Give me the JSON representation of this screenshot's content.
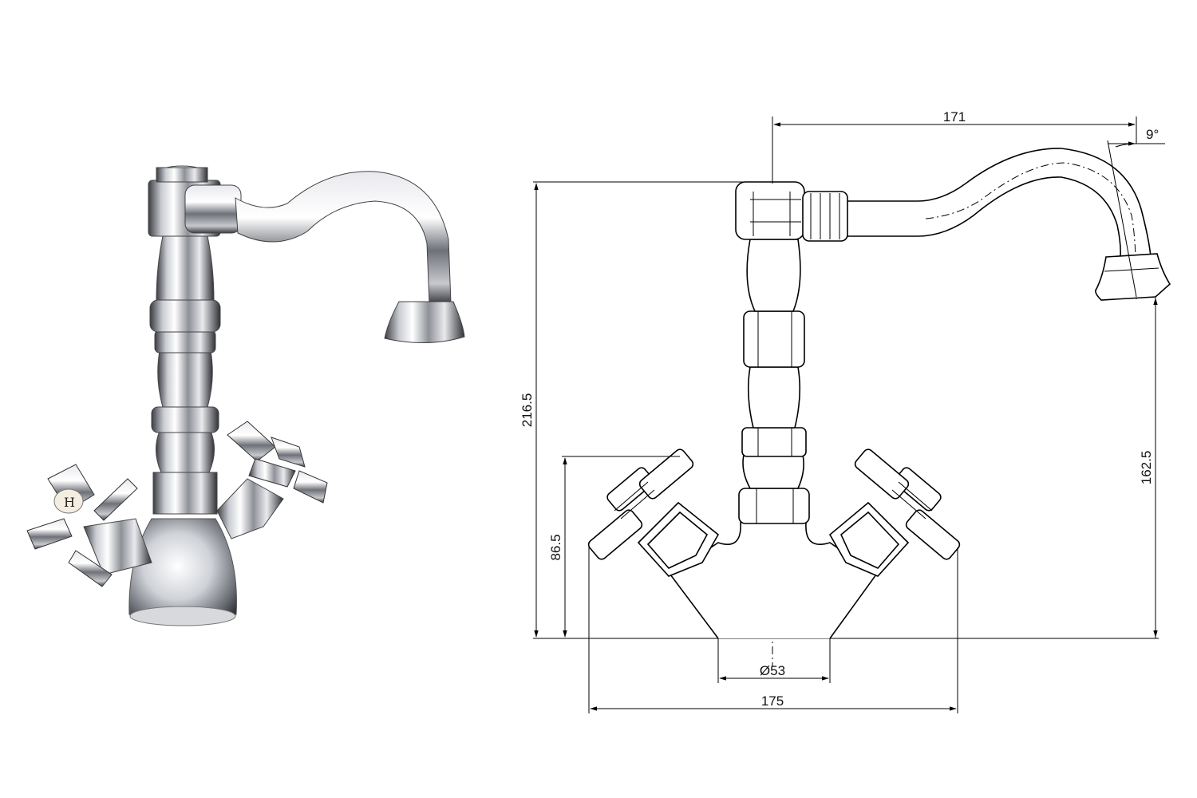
{
  "photo": {
    "handle_badge_letter": "H"
  },
  "drawing": {
    "dimensions": {
      "spout_reach": "171",
      "spout_angle": "9°",
      "total_height": "216.5",
      "spout_height": "162.5",
      "handle_height": "86.5",
      "base_diameter": "Ø53",
      "overall_width": "175"
    }
  },
  "colors": {
    "chrome_light": "#f4f4f6",
    "chrome_mid": "#a9acb2",
    "chrome_dark": "#2e3036",
    "line": "#000000"
  }
}
